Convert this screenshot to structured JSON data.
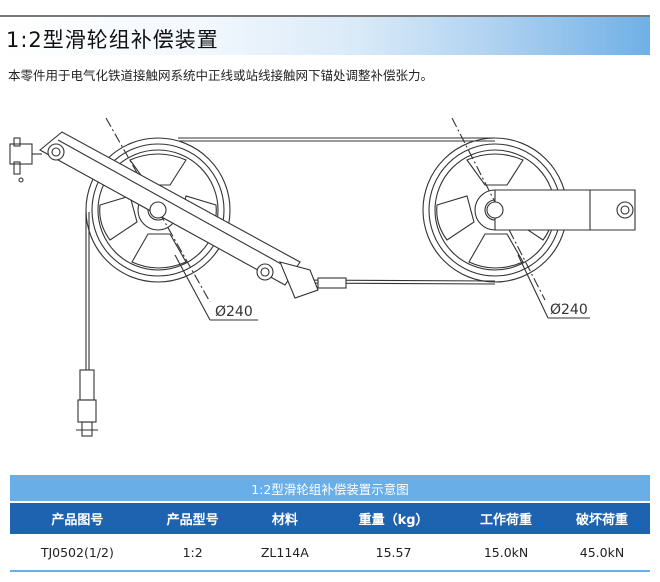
{
  "page": {
    "title": "1:2型滑轮组补偿装置",
    "description": "本零件用于电气化铁道接触网系统中正线或站线接触网下锚处调整补偿张力。"
  },
  "drawing": {
    "left_diameter_label": "Ø240",
    "right_diameter_label": "Ø240"
  },
  "table": {
    "caption": "1:2型滑轮组补偿装置示意图",
    "headers": [
      "产品图号",
      "产品型号",
      "材料",
      "重量（kg）",
      "工作荷重",
      "破坏荷重"
    ],
    "rows": [
      [
        "TJ0502(1/2)",
        "1:2",
        "ZL114A",
        "15.57",
        "15.0kN",
        "45.0kN"
      ]
    ]
  },
  "colors": {
    "caption_bg": "#6aaee8",
    "header_bg": "#1e63b0"
  }
}
